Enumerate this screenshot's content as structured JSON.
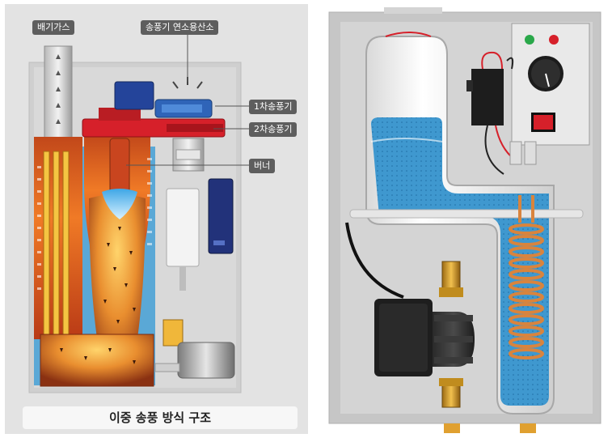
{
  "left_diagram": {
    "labels": {
      "exhaust_gas": "배기가스",
      "combustion_air": "송풍기 연소용산소",
      "primary_blower": "1차송풍기",
      "secondary_blower": "2차송풍기",
      "burner": "버너"
    },
    "caption": "이중 송풍 방식 구조"
  },
  "colors": {
    "flame_orange": "#e0561b",
    "blower_red": "#d6202a",
    "blower_blue": "#1f3f8f",
    "water_blue": "#4a9fd1",
    "copper": "#d9843d"
  }
}
